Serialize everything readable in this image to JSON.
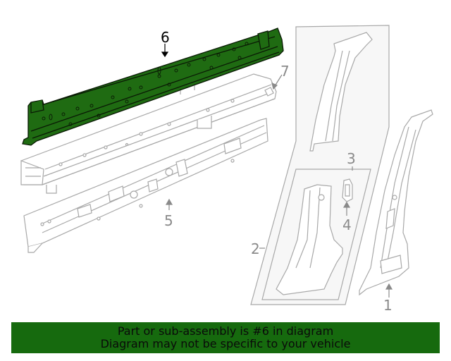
{
  "diagram": {
    "callouts": [
      {
        "id": "1",
        "label": "1"
      },
      {
        "id": "2",
        "label": "2"
      },
      {
        "id": "3",
        "label": "3"
      },
      {
        "id": "4",
        "label": "4"
      },
      {
        "id": "5",
        "label": "5"
      },
      {
        "id": "6",
        "label": "6",
        "highlighted": true
      },
      {
        "id": "7",
        "label": "7"
      }
    ],
    "highlight_color": "#1f6b12",
    "line_color": "#a0a0a0"
  },
  "banner": {
    "line1": "Part or sub-assembly is #6 in diagram",
    "line2": "Diagram may not be specific to your vehicle",
    "background": "#166a0e"
  }
}
